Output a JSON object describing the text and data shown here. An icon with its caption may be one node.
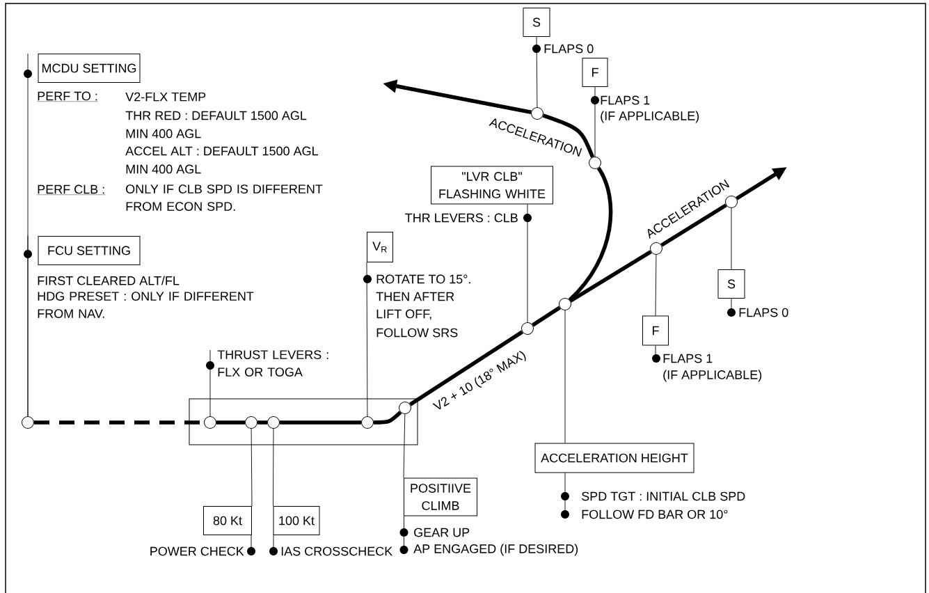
{
  "diagram": {
    "nodes": [
      {
        "text": [
          "MCDU SETTING"
        ],
        "beside": [
          "PERF TO :",
          "V2-FLX TEMP",
          "THR RED : DEFAULT 1500 AGL",
          "MIN 400 AGL",
          "ACCEL ALT : DEFAULT 1500 AGL",
          "MIN 400 AGL",
          "PERF CLB :",
          "ONLY IF CLB SPD IS DIFFERENT FROM ECON SPD."
        ]
      },
      {
        "text": [
          "FCU SETTING"
        ],
        "beside": [
          "FIRST CLEARED ALT/FL",
          "HDG PRESET : ONLY IF DIFFERENT FROM NAV."
        ]
      },
      {
        "text": [],
        "shape": "parallelogram"
      },
      {
        "text": [
          "V$_{R}$"
        ],
        "beside": [
          "ROTATE TO 15°.",
          "THEN AFTER",
          "LIFT OFF,",
          "FOLLOW SRS"
        ]
      },
      {
        "text": [
          "\"LVR CLB\" FLASHING WHITE"
        ],
        "beside": [
          "THR LEVERS : CLB"
        ]
      },
      {
        "text": [
          "S"
        ],
        "beside": [
          "FLAPS 0"
        ]
      },
      {
        "text": [
          "F"
        ],
        "beside": [
          "FLAPS 1",
          "(IF APPLICABLE)"
        ]
      },
      {
        "text": [
          "F"
        ],
        "beside": [
          "FLAPS 1",
          "(IF APPLICABLE)"
        ]
      },
      {
        "text": [
          "S"
        ],
        "beside": [
          "FLAPS 0"
        ]
      },
      {
        "text": [
          "ACCELERATION HEIGHT"
        ],
        "beside": [
          "SPD TGT : INITIAL CLB SPD",
          "FOLLOW FD BAR OR 10°"
        ]
      },
      {
        "text": [
          "POSITIIVE CLIMB"
        ],
        "beside": [
          "GEAR UP",
          "AP ENGAGED (IF DESIRED)"
        ]
      },
      {
        "text": [
          "80 Kt"
        ],
        "beside": [
          "POWER CHECK"
        ]
      },
      {
        "text": [
          "100 Kt"
        ],
        "beside": [
          "IAS CROSSCHECK"
        ]
      },
      {
        "text": [
          "THRUST LEVERS : FLX OR TOGA"
        ]
      },
      {
        "text": [],
        "shape": "circle"
      },
      {
        "text": [],
        "shape": "circle",
        "in": 2
      },
      {
        "text": [],
        "shape": "circle",
        "in": 2
      },
      {
        "text": [],
        "shape": "circle",
        "in": 2
      },
      {
        "text": [],
        "shape": "circle",
        "in": 2
      },
      {
        "text": [],
        "shape": "circle",
        "in": 2
      },
      {
        "text": [],
        "shape": "circle"
      },
      {
        "text": [],
        "shape": "circle"
      },
      {
        "text": [],
        "shape": "circle"
      },
      {
        "text": [],
        "shape": "circle"
      },
      {
        "text": [],
        "shape": "circle"
      },
      {
        "text": [],
        "shape": "circle"
      }
    ],
    "edges": [
      {
        "from": 14,
        "to": 15,
        "arrow": "none",
        "style": "dashed"
      },
      {
        "from": 15,
        "to": 16,
        "arrow": "none",
        "style": "thick"
      },
      {
        "from": 16,
        "to": 17,
        "arrow": "none",
        "style": "thick"
      },
      {
        "from": 17,
        "to": 18,
        "arrow": "none",
        "style": "thick"
      },
      {
        "from": 18,
        "to": 19,
        "arrow": "none",
        "style": "thick"
      },
      {
        "from": 19,
        "to": 20,
        "arrow": "none",
        "style": "thick",
        "label": "V2 + 10 (18° MAX)"
      },
      {
        "from": 20,
        "to": 21,
        "arrow": "none",
        "style": "thick"
      },
      {
        "from": 21,
        "to": 22,
        "arrow": "none",
        "style": "thick"
      },
      {
        "from": 22,
        "to": 23,
        "arrow": "none",
        "style": "thick",
        "label": "ACCELERATION"
      },
      {
        "from": 23,
        "to": null,
        "arrow": "to",
        "style": "thick"
      },
      {
        "from": 21,
        "to": 25,
        "arrow": "none",
        "style": "thick"
      },
      {
        "from": 25,
        "to": 24,
        "arrow": "none",
        "style": "thick",
        "label": "ACCELERATION"
      },
      {
        "from": 24,
        "to": null,
        "arrow": "to",
        "style": "thick"
      },
      {
        "from": 14,
        "to": 0,
        "arrow": "none"
      },
      {
        "from": 14,
        "to": 1,
        "arrow": "none"
      },
      {
        "from": 15,
        "to": 13,
        "arrow": "none"
      },
      {
        "from": 16,
        "to": 11,
        "arrow": "none"
      },
      {
        "from": 17,
        "to": 12,
        "arrow": "none"
      },
      {
        "from": 18,
        "to": 3,
        "arrow": "none"
      },
      {
        "from": 19,
        "to": 10,
        "arrow": "none"
      },
      {
        "from": 20,
        "to": 4,
        "arrow": "none"
      },
      {
        "from": 21,
        "to": 9,
        "arrow": "none"
      },
      {
        "from": 22,
        "to": 7,
        "arrow": "none"
      },
      {
        "from": 23,
        "to": 8,
        "arrow": "none"
      },
      {
        "from": 24,
        "to": 5,
        "arrow": "none"
      },
      {
        "from": 25,
        "to": 6,
        "arrow": "none"
      }
    ]
  }
}
